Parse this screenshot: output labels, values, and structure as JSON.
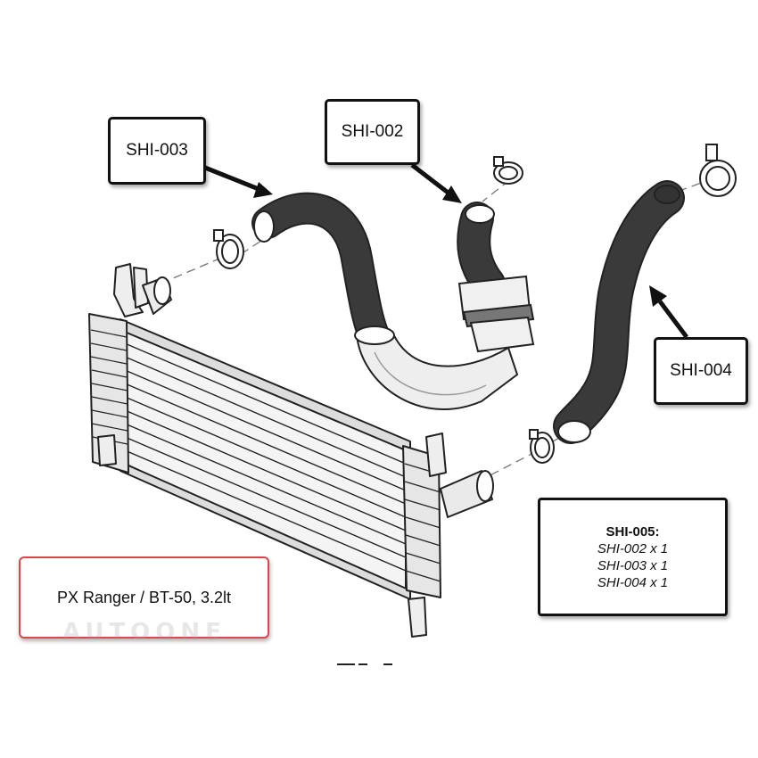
{
  "callouts": {
    "shi_003": "SHI-003",
    "shi_002": "SHI-002",
    "shi_004": "SHI-004"
  },
  "kit": {
    "title": "SHI-005:",
    "items": [
      "SHI-002 x 1",
      "SHI-003 x 1",
      "SHI-004 x 1"
    ]
  },
  "vehicle_label": "PX Ranger / BT-50, 3.2lt",
  "watermark": "AUTOONE",
  "colors": {
    "hose": "#3a3a3a",
    "outline": "#222222",
    "highlight_border": "#d9464c"
  }
}
